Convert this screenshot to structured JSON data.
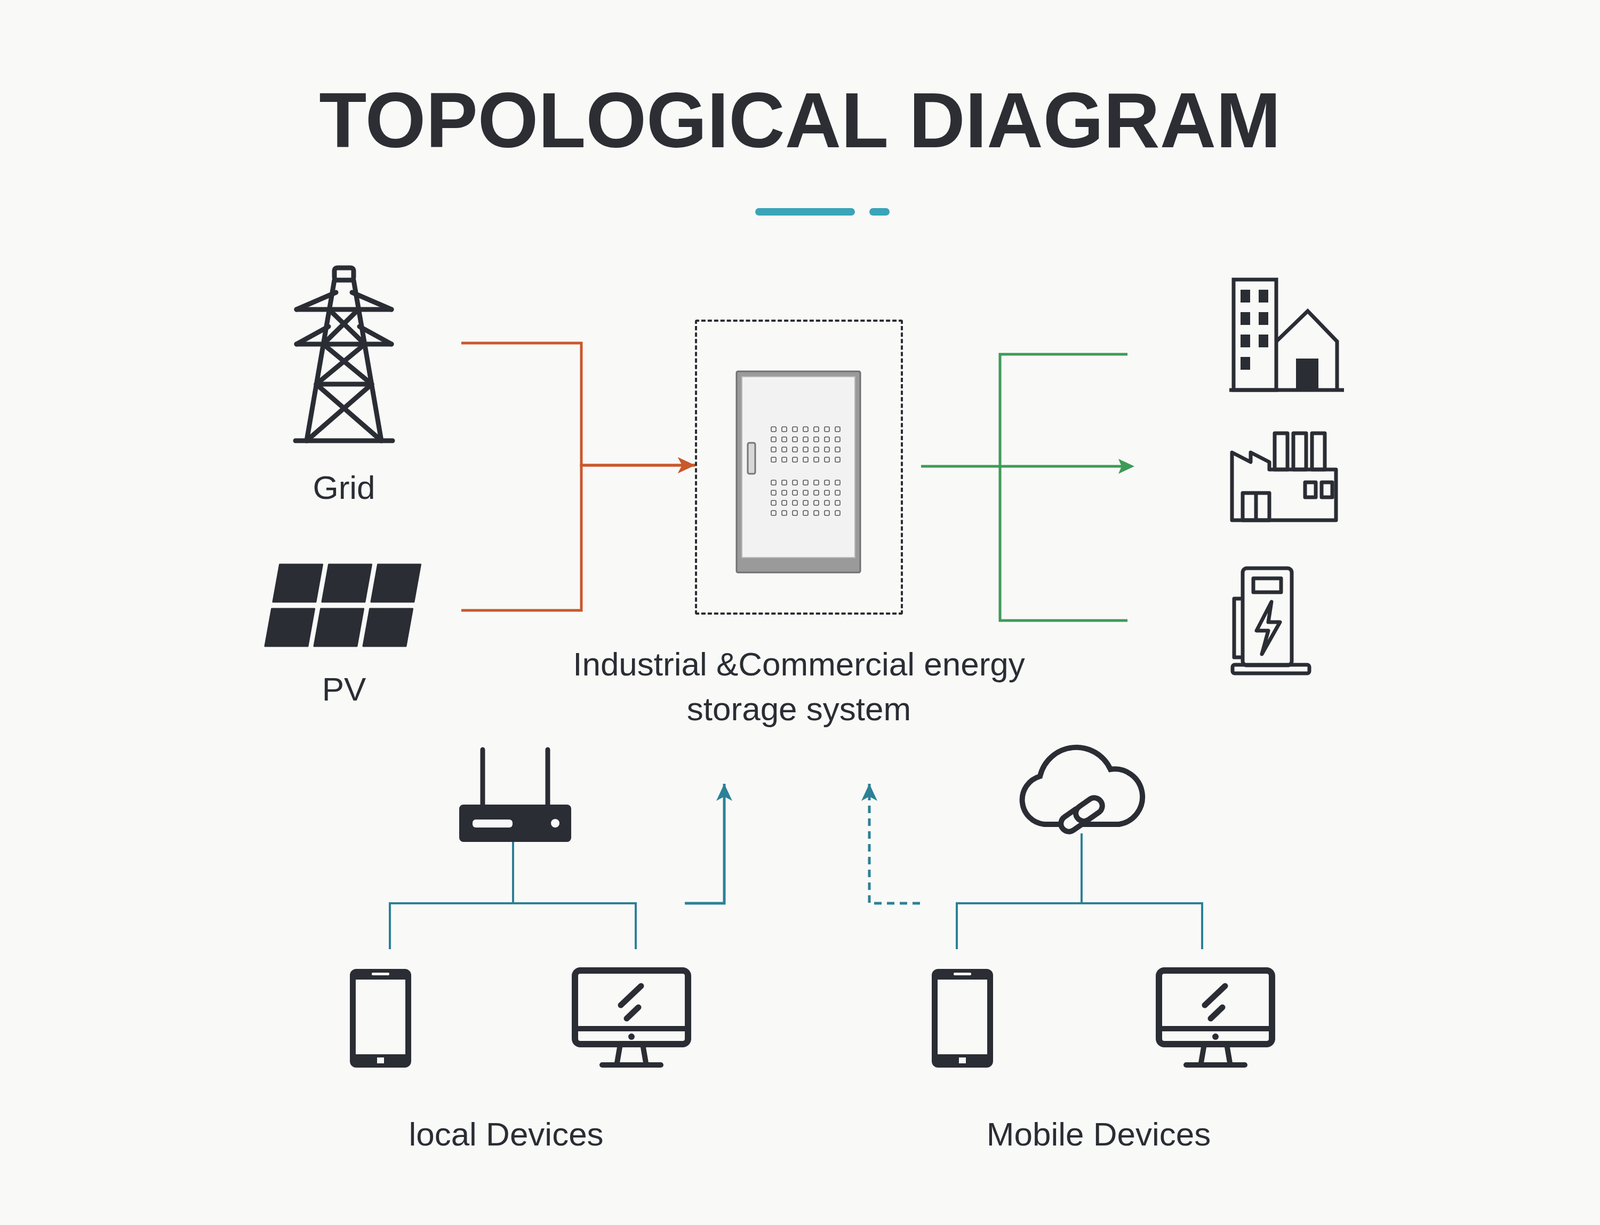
{
  "diagram": {
    "title": "TOPOLOGICAL DIAGRAM",
    "nodes": [
      {
        "text": [
          "Grid"
        ]
      },
      {
        "text": [
          "PV"
        ]
      },
      {
        "text": [
          "Industrial &Commercial energy storage system"
        ]
      },
      {
        "text": [
          "local Devices"
        ]
      },
      {
        "text": [
          "Mobile Devices"
        ]
      }
    ],
    "edges": [
      {
        "from": 0,
        "to": 2,
        "arrow": "to"
      },
      {
        "from": 1,
        "to": 2,
        "arrow": "to"
      },
      {
        "from": 3,
        "to": 2,
        "arrow": "to"
      },
      {
        "from": 4,
        "to": 2,
        "arrow": "to"
      }
    ]
  }
}
